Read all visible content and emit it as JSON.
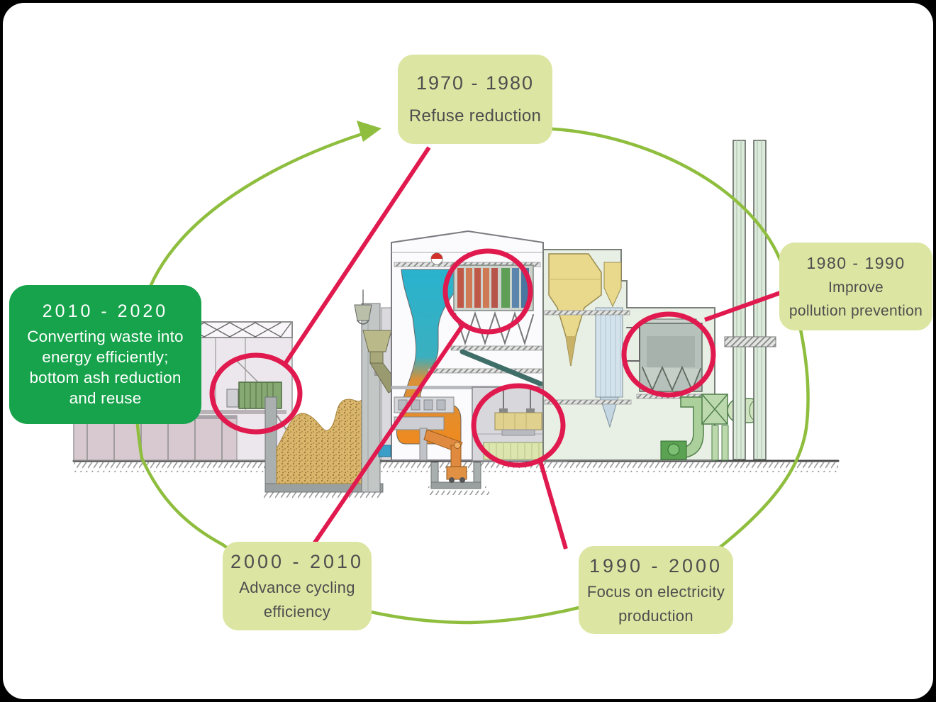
{
  "diagram": {
    "subject": "Waste-to-energy plant cross-section with decade timeline",
    "colors": {
      "timeline_green": "#8fbe3f",
      "highlight_red": "#e01a4e",
      "callout_bg": "#dce6a2",
      "callout_text": "#4e4e4e",
      "dark_callout_bg": "#17a34b",
      "dark_callout_text": "#ffffff"
    }
  },
  "callouts": [
    {
      "id": "1970s",
      "period": "1970 - 1980",
      "lines": [
        "Refuse reduction"
      ]
    },
    {
      "id": "1980s",
      "period": "1980 - 1990",
      "lines": [
        "Improve",
        "pollution prevention"
      ]
    },
    {
      "id": "1990s",
      "period": "1990 - 2000",
      "lines": [
        "Focus on electricity",
        "production"
      ]
    },
    {
      "id": "2000s",
      "period": "2000 - 2010",
      "lines": [
        "Advance cycling",
        "efficiency"
      ]
    },
    {
      "id": "2010s",
      "period": "2010 - 2020",
      "lines": [
        "Converting waste into",
        "energy efficiently;",
        "bottom ash reduction",
        "and reuse"
      ]
    }
  ]
}
